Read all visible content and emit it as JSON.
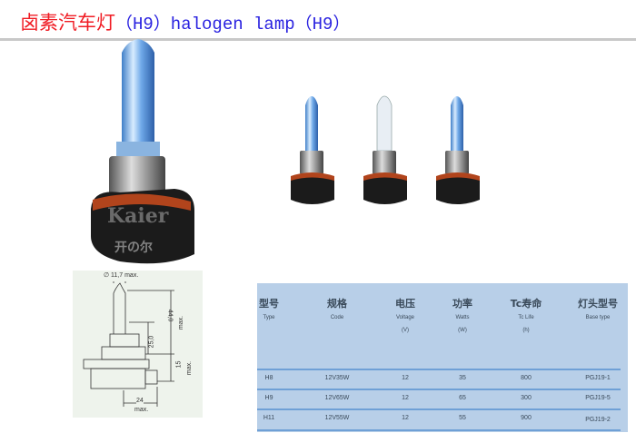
{
  "title": {
    "cn": "卤素汽车灯",
    "en": "（H9）halogen lamp（H9）"
  },
  "watermark": {
    "brand": "Kaier",
    "cn": "开の尔"
  },
  "diagram": {
    "diameter": "∅ 11,7 max.",
    "height_total": "44,0",
    "height_total_note": "max.",
    "light_center": "25,0",
    "base_height": "15",
    "base_height_note": "max.",
    "width": "24",
    "width_note": "max."
  },
  "spec_table": {
    "headers": [
      {
        "cn": "型号",
        "en": "Type",
        "unit": ""
      },
      {
        "cn": "规格",
        "en": "Code",
        "unit": ""
      },
      {
        "cn": "电压",
        "en": "Voltage",
        "unit": "(V)"
      },
      {
        "cn": "功率",
        "en": "Watts",
        "unit": "(W)"
      },
      {
        "cn": "Tc寿命",
        "en": "Tc Life",
        "unit": "(h)"
      },
      {
        "cn": "灯头型号",
        "en": "Base type",
        "unit": ""
      }
    ],
    "rows": [
      [
        "H8",
        "12V35W",
        "12",
        "35",
        "800",
        "PGJ19-1"
      ],
      [
        "H9",
        "12V65W",
        "12",
        "65",
        "300",
        "PGJ19-5"
      ],
      [
        "H11",
        "12V55W",
        "12",
        "55",
        "900",
        "PGJ19-2"
      ]
    ]
  },
  "colors": {
    "title_cn": "#f01c24",
    "title_en": "#2a22e0",
    "table_bg": "#b8cfe8",
    "table_rule": "#6fa0d6"
  }
}
